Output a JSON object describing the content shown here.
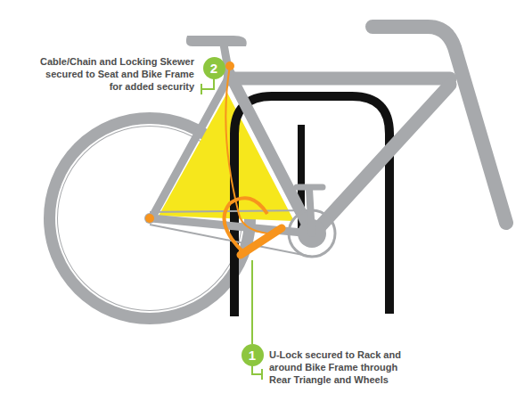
{
  "diagram": {
    "nodes": [
      {
        "text": [
          "2"
        ]
      },
      {
        "text": [
          "1"
        ]
      }
    ],
    "labels": [
      "Cable/Chain and Locking Skewer secured to Seat and Bike Frame for added security",
      "U-Lock secured to Rack and around Bike Frame through Rear Triangle and Wheels"
    ]
  }
}
